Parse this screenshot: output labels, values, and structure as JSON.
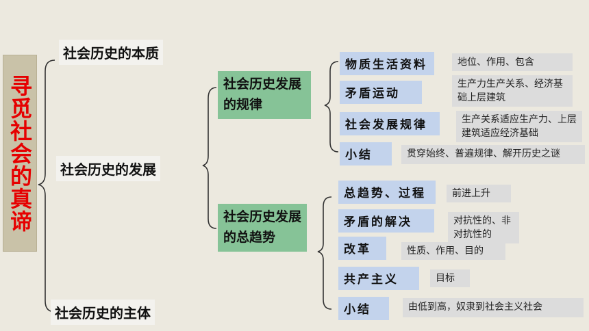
{
  "title": "寻觅社会的真谛",
  "level1": {
    "essence": "社会历史的本质",
    "development": "社会历史的发展",
    "subject": "社会历史的主体"
  },
  "level2": {
    "law": "社会历史发展的规律",
    "trend": "社会历史发展的总趋势"
  },
  "law_items": [
    {
      "label": "物质生活资料",
      "note": "地位、作用、包含"
    },
    {
      "label": "矛盾运动",
      "note": "生产力生产关系、经济基础上层建筑"
    },
    {
      "label": "社会发展规律",
      "note": "生产关系适应生产力、上层建筑适应经济基础"
    },
    {
      "label": "小结",
      "note": "贯穿始终、普遍规律、解开历史之谜"
    }
  ],
  "trend_items": [
    {
      "label": "总趋势、过程",
      "note": "前进上升"
    },
    {
      "label": "矛盾的解决",
      "note": "对抗性的、非对抗性的"
    },
    {
      "label": "改革",
      "note": "性质、作用、目的"
    },
    {
      "label": "共产主义",
      "note": "目标"
    },
    {
      "label": "小结",
      "note": "由低到高，奴隶到社会主义社会"
    }
  ]
}
